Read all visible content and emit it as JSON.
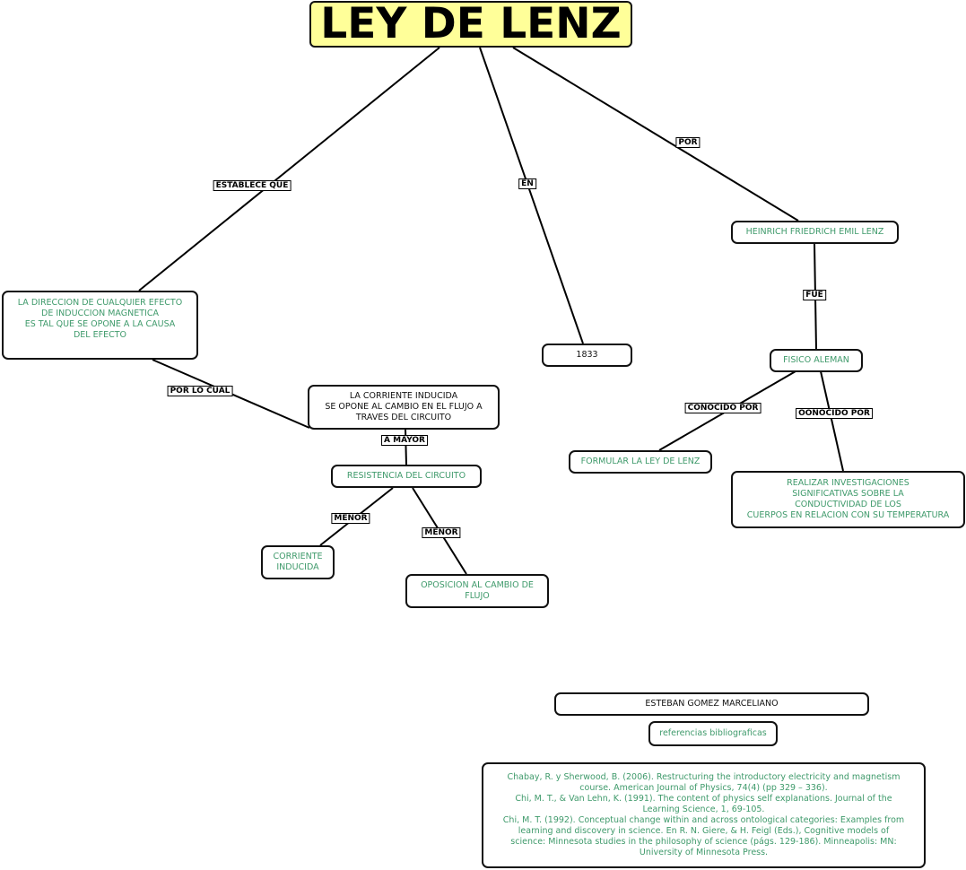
{
  "title": "LEY DE LENZ",
  "nodes": {
    "direccion": "LA DIRECCION DE CUALQUIER EFECTO\nDE INDUCCION MAGNETICA\nES TAL QUE SE OPONE A LA CAUSA\nDEL EFECTO",
    "year": "1833",
    "heinrich": "HEINRICH FRIEDRICH EMIL LENZ",
    "fisico": "FISICO ALEMAN",
    "corriente_opone": "LA CORRIENTE INDUCIDA\nSE OPONE AL CAMBIO EN EL FLUJO A\nTRAVES DEL CIRCUITO",
    "resistencia": "RESISTENCIA DEL CIRCUITO",
    "corriente_inducida": "CORRIENTE\nINDUCIDA",
    "oposicion": "OPOSICION AL CAMBIO DE\nFLUJO",
    "formular": "FORMULAR LA LEY DE LENZ",
    "realizar": "REALIZAR INVESTIGACIONES\nSIGNIFICATIVAS SOBRE LA\nCONDUCTIVIDAD DE LOS\nCUERPOS EN RELACION CON SU TEMPERATURA",
    "autor": "ESTEBAN GOMEZ MARCELIANO",
    "referencias_title": "referencias bibliograficas",
    "referencias": "Chabay, R. y Sherwood, B. (2006). Restructuring the introductory electricity and magnetism\ncourse. American Journal of Physics, 74(4) (pp 329 – 336).\nChi, M. T., & Van Lehn, K. (1991). The content of physics self explanations. Journal of the\nLearning Science, 1, 69-105.\nChi, M. T. (1992). Conceptual change within and across ontological categories: Examples from\nlearning and discovery in science. En R. N. Giere, & H. Feigl (Eds.), Cognitive models of\nscience: Minnesota studies in the philosophy of science (págs. 129-186). Minneapolis: MN:\nUniversity of Minnesota Press."
  },
  "links": {
    "establece": "ESTABLECE QUE",
    "en": "EN",
    "por": "POR",
    "fue": "FUE",
    "conocido": "CONOCIDO POR",
    "oonocido": "OONOCIDO POR",
    "por_lo_cual": "POR LO CUAL",
    "a_mayor": "A MAYOR",
    "menor1": "MENOR",
    "menor2": "MENOR"
  },
  "colors": {
    "title_bg": "#ffff99",
    "concept_text": "#3f9a6b",
    "line": "#000000"
  }
}
